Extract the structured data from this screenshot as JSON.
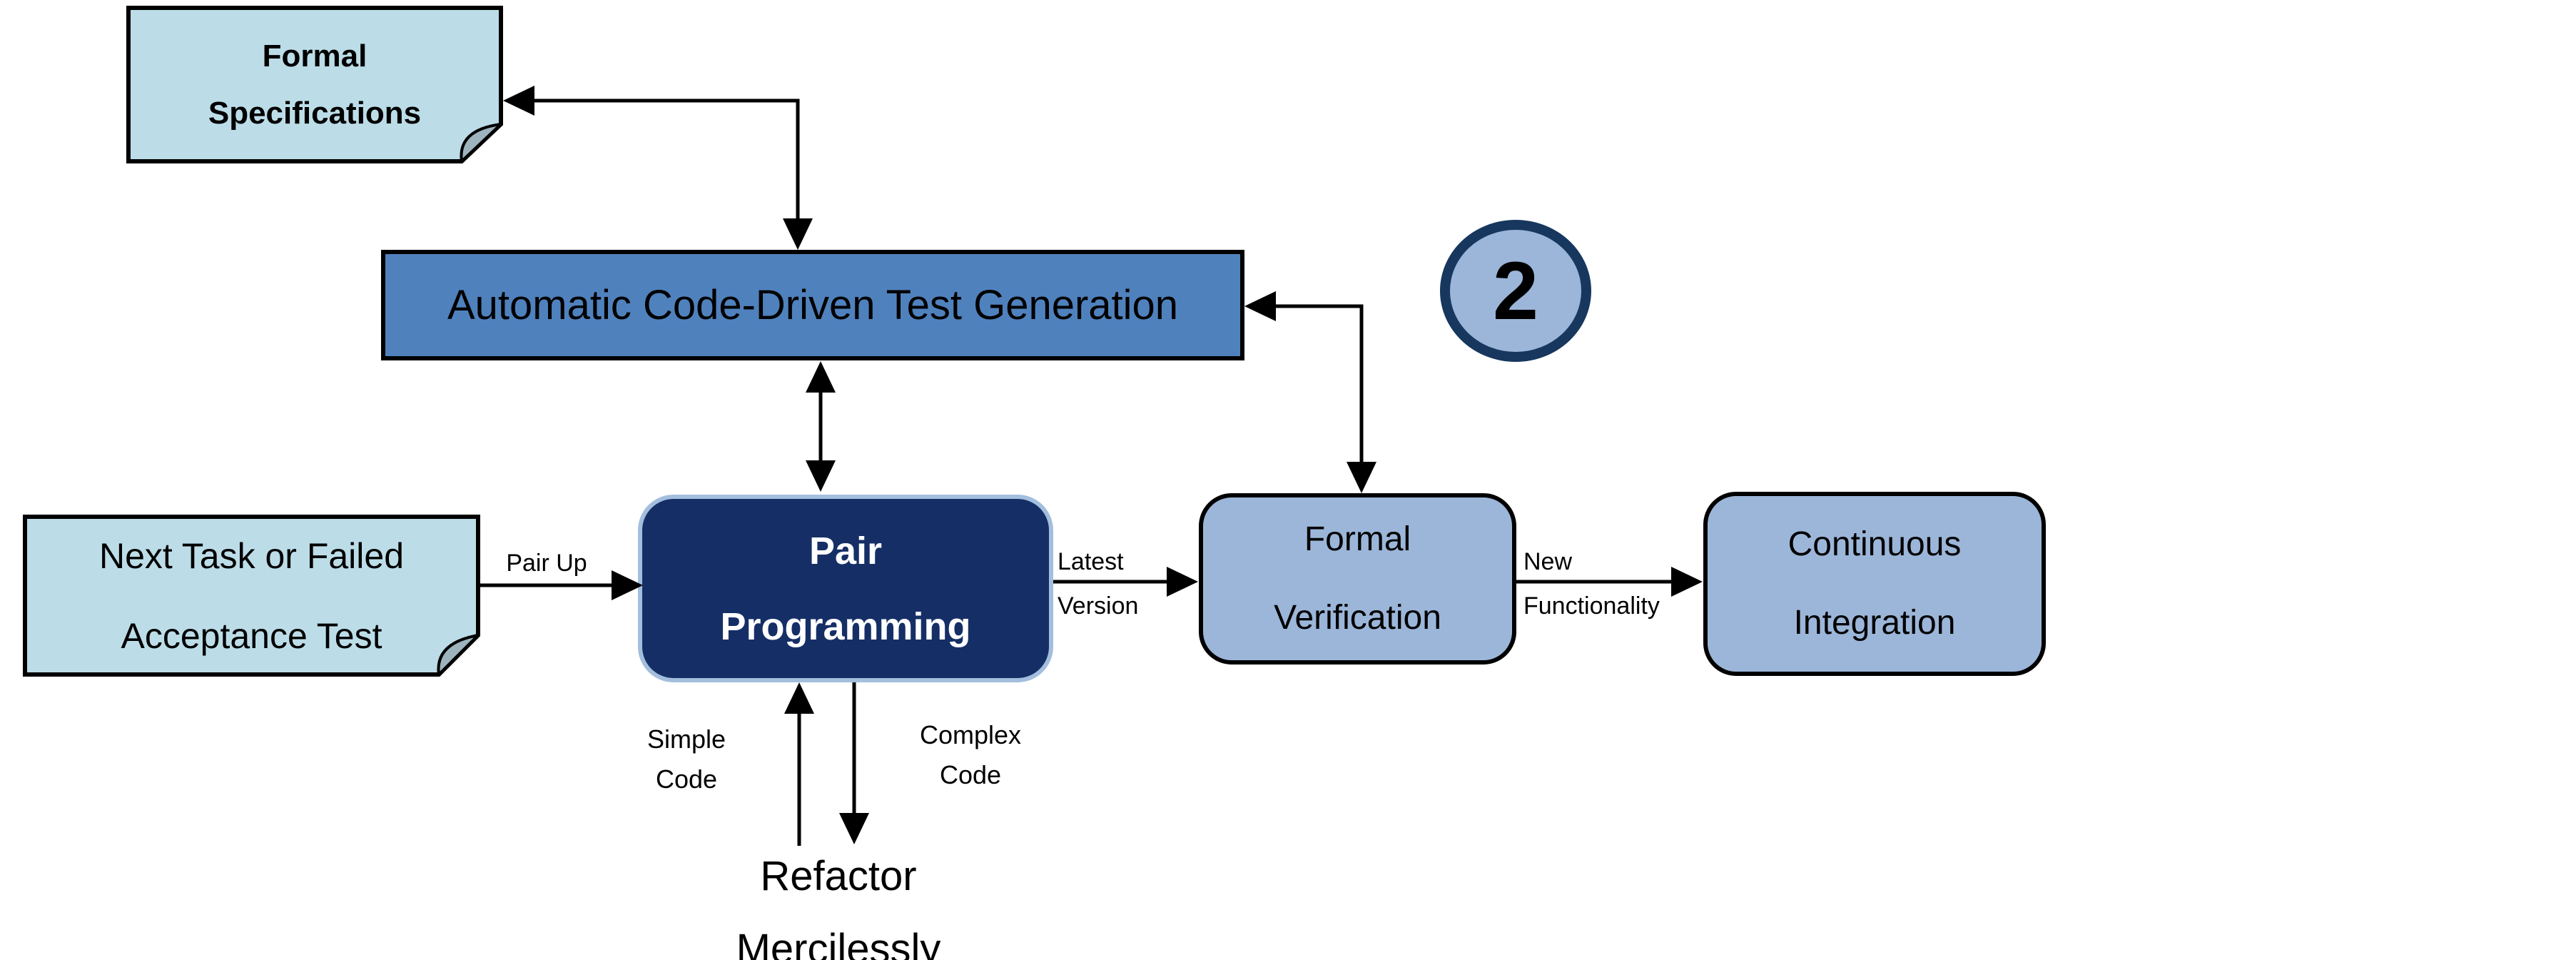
{
  "diagram": {
    "step_badge": "2",
    "nodes": {
      "formal_specifications": {
        "line1": "Formal",
        "line2": "Specifications"
      },
      "test_generation": {
        "label": "Automatic Code-Driven Test Generation"
      },
      "next_task": {
        "line1": "Next Task or Failed",
        "line2": "Acceptance Test"
      },
      "pair_programming": {
        "line1": "Pair",
        "line2": "Programming"
      },
      "formal_verification": {
        "line1": "Formal",
        "line2": "Verification"
      },
      "continuous_integration": {
        "line1": "Continuous",
        "line2": "Integration"
      },
      "refactor_mercilessly": {
        "line1": "Refactor",
        "line2": "Mercilessly"
      }
    },
    "edge_labels": {
      "pair_up": "Pair Up",
      "latest_version": {
        "line1": "Latest",
        "line2": "Version"
      },
      "new_functionality": {
        "line1": "New",
        "line2": "Functionality"
      },
      "simple_code": {
        "line1": "Simple",
        "line2": "Code"
      },
      "complex_code": {
        "line1": "Complex",
        "line2": "Code"
      }
    },
    "colors": {
      "note_fill": "#bcdde8",
      "note_fold": "#9db4bf",
      "test_generation_fill": "#4f81bd",
      "light_node_fill": "#9cb6d9",
      "pair_programming_fill": "#152f66",
      "pair_programming_border": "#a3bede",
      "badge_border": "#17375e",
      "outline": "#000000",
      "connector": "#000000",
      "text_dark": "#000000",
      "text_light": "#ffffff",
      "background": "#ffffff"
    }
  }
}
